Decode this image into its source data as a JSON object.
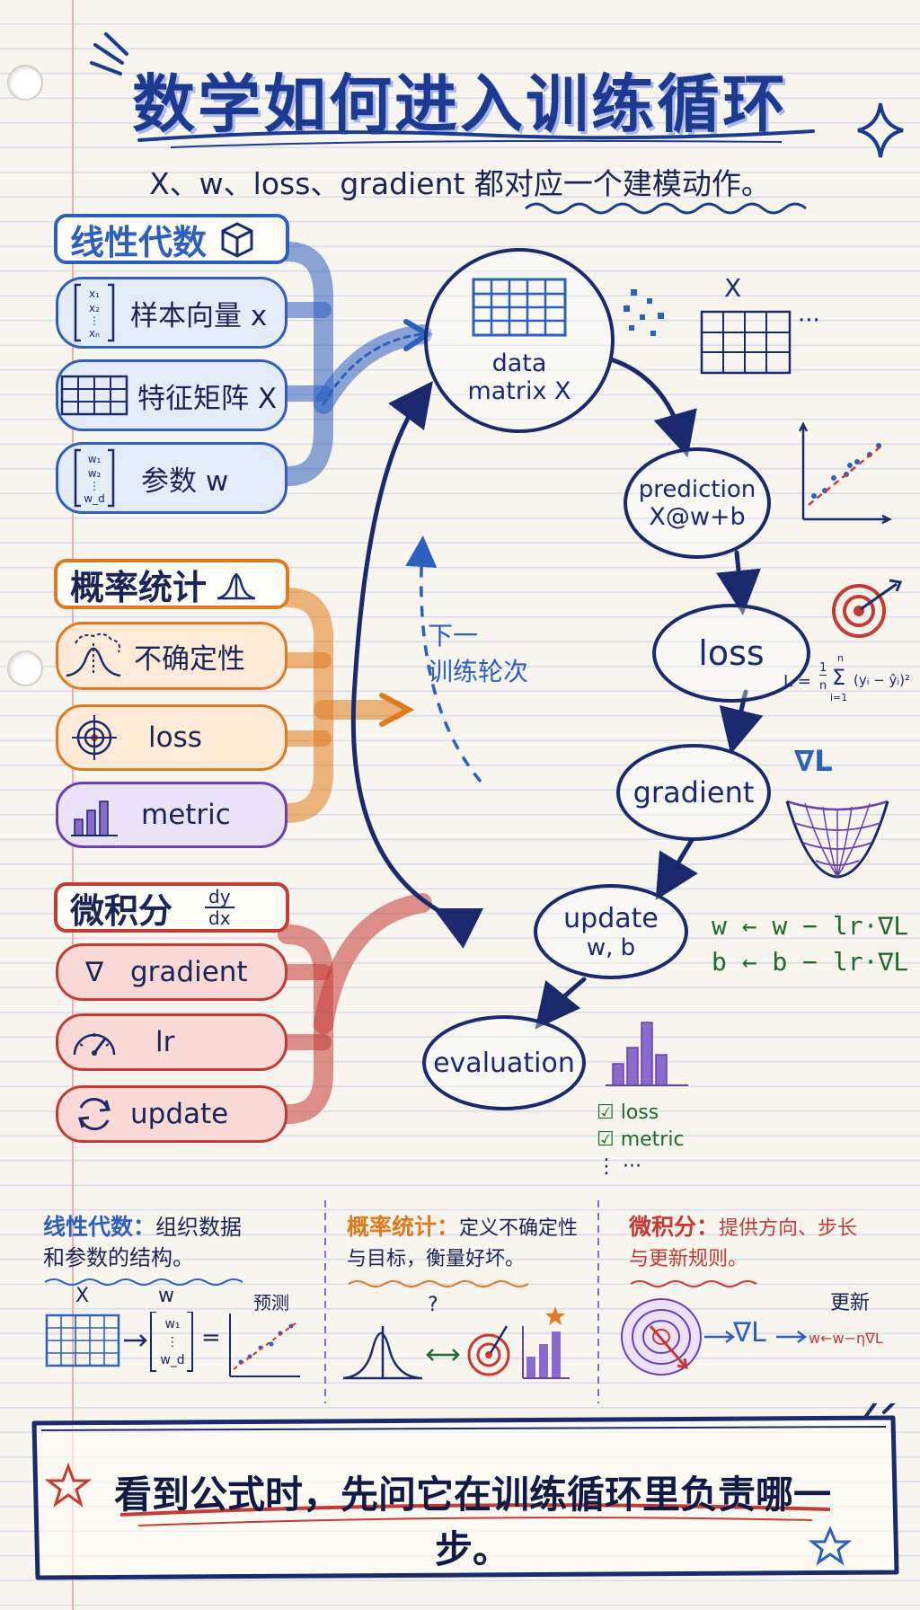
{
  "title": "数学如何进入训练循环",
  "subtitle": "X、w、loss、gradient 都对应一个建模动作。",
  "groups": {
    "linear": {
      "title": "线性代数",
      "color": "#2b5fc0",
      "items": [
        {
          "label": "样本向量 x",
          "icon": "vector-x-icon"
        },
        {
          "label": "特征矩阵 X",
          "icon": "matrix-grid-icon"
        },
        {
          "label": "参数 w",
          "icon": "vector-w-icon"
        }
      ],
      "vec_x": [
        "x₁",
        "x₂",
        "⋮",
        "xₙ"
      ],
      "vec_w": [
        "w₁",
        "w₂",
        "⋮",
        "w_d"
      ]
    },
    "prob": {
      "title": "概率统计",
      "color": "#e07a1c",
      "items": [
        {
          "label": "不确定性",
          "icon": "bell-curve-icon"
        },
        {
          "label": "loss",
          "icon": "target-icon"
        },
        {
          "label": "metric",
          "icon": "bar-chart-icon"
        }
      ]
    },
    "calc": {
      "title": "微积分",
      "color": "#c73a33",
      "dydx_top": "dy",
      "dydx_bottom": "dx",
      "items": [
        {
          "label": "gradient",
          "icon": "nabla-icon",
          "symbol": "∇"
        },
        {
          "label": "lr",
          "icon": "speedometer-icon"
        },
        {
          "label": "update",
          "icon": "refresh-icon"
        }
      ]
    }
  },
  "loop": {
    "data_line1": "data",
    "data_line2": "matrix X",
    "prediction_line1": "prediction",
    "prediction_line2": "X@w+b",
    "loss": "loss",
    "gradient": "gradient",
    "update_line1": "update",
    "update_line2": "w, b",
    "evaluation": "evaluation",
    "next_round_line1": "下一",
    "next_round_line2": "训练轮次",
    "x_label": "X",
    "ellipsis": "···",
    "loss_formula_lhs": "L =",
    "loss_formula_frac_top": "1",
    "loss_formula_frac_bottom": "n",
    "loss_formula_sum_top": "n",
    "loss_formula_sum": "Σ",
    "loss_formula_sum_bottom": "i=1",
    "loss_formula_body": "(yᵢ − ŷᵢ)²",
    "grad_symbol": "∇L",
    "update_rule_w": "w ← w − lr·∇L",
    "update_rule_b": "b ← b − lr·∇L",
    "eval_checks": [
      "☑ loss",
      "☑ metric",
      "⋮ ···"
    ]
  },
  "notes": [
    {
      "title": "线性代数：",
      "body1": "组织数据",
      "body2": "和参数的结构。",
      "color": "#2b5fc0"
    },
    {
      "title": "概率统计：",
      "body1": "定义不确定性",
      "body2": "与目标，衡量好坏。",
      "color": "#e07a1c"
    },
    {
      "title": "微积分：",
      "body1": "提供方向、步长",
      "body2": "与更新规则。",
      "color": "#c73a33"
    }
  ],
  "notes_art": {
    "x_label": "X",
    "w_label": "w",
    "w_entries": [
      "w₁",
      "⋮",
      "w_d"
    ],
    "equals": "=",
    "predict_label": "预测",
    "question": "?",
    "grad_symbol": "∇L",
    "update_label": "更新",
    "update_formula": "w←w−η∇L"
  },
  "banner": "看到公式时，先问它在训练循环里负责哪一步。",
  "colors": {
    "ink": "#1b2a6e",
    "title": "#1b3a92",
    "green": "#1d6a2a",
    "purple": "#6b3fb0"
  }
}
